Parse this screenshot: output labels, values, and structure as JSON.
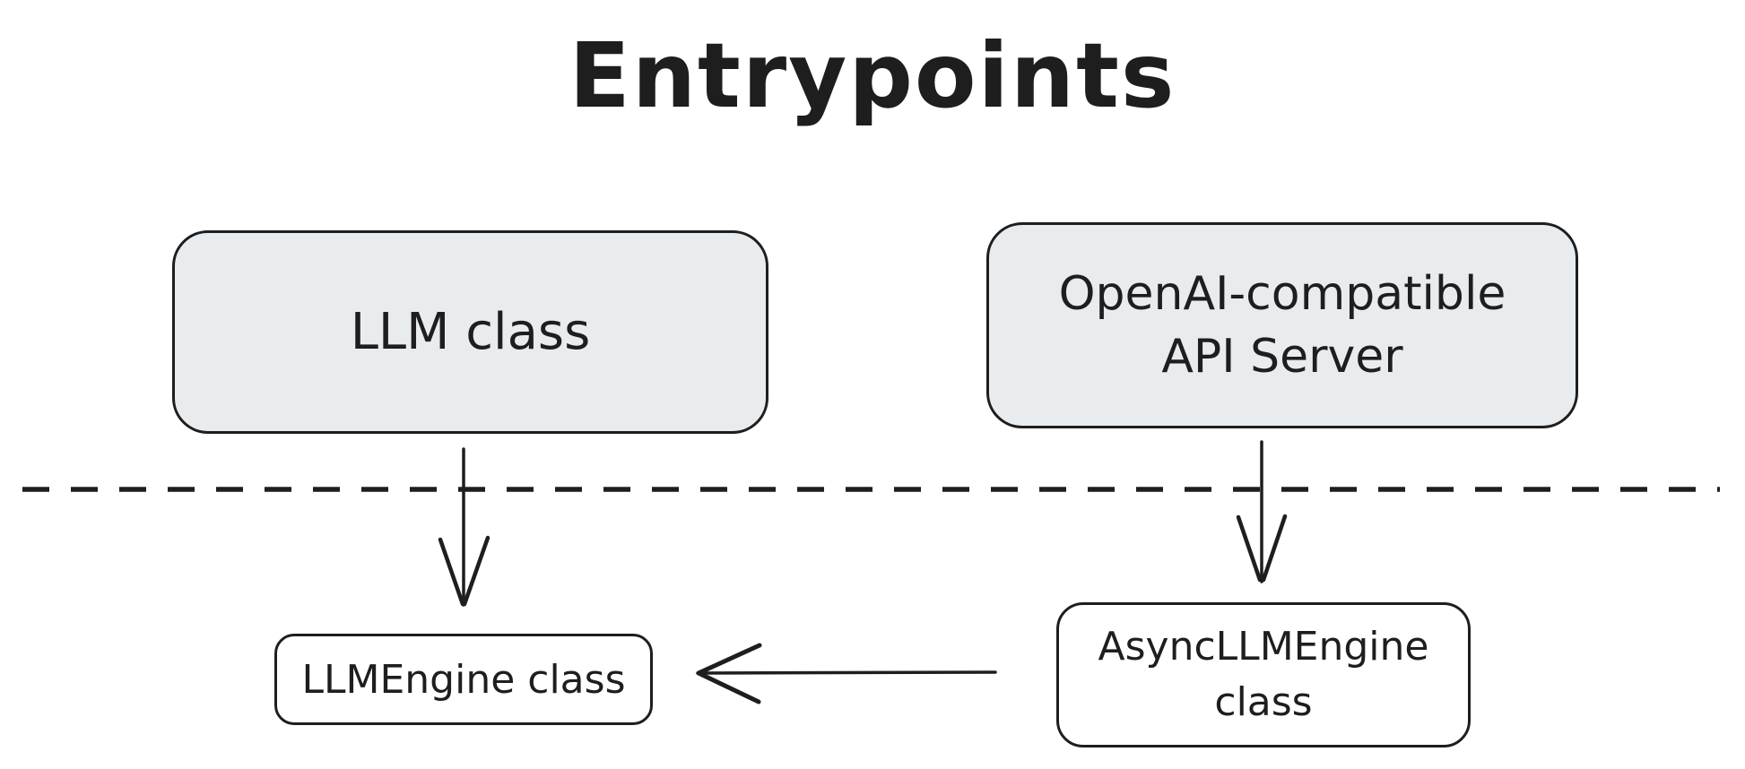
{
  "title": "Entrypoints",
  "colors": {
    "ink": "#1e1e1e",
    "box_fill": "#e9ecef",
    "background": "#ffffff"
  },
  "nodes": [
    {
      "id": "llm-class",
      "label": "LLM class",
      "filled": true
    },
    {
      "id": "api-server",
      "label": "OpenAI-compatible\nAPI Server",
      "filled": true
    },
    {
      "id": "llm-engine",
      "label": "LLMEngine class",
      "filled": false
    },
    {
      "id": "async-llm-engine",
      "label": "AsyncLLMEngine\nclass",
      "filled": false
    }
  ],
  "edges": [
    {
      "from": "llm-class",
      "to": "llm-engine",
      "direction": "down"
    },
    {
      "from": "api-server",
      "to": "async-llm-engine",
      "direction": "down"
    },
    {
      "from": "async-llm-engine",
      "to": "llm-engine",
      "direction": "left"
    }
  ],
  "divider": {
    "style": "dashed",
    "orientation": "horizontal"
  }
}
